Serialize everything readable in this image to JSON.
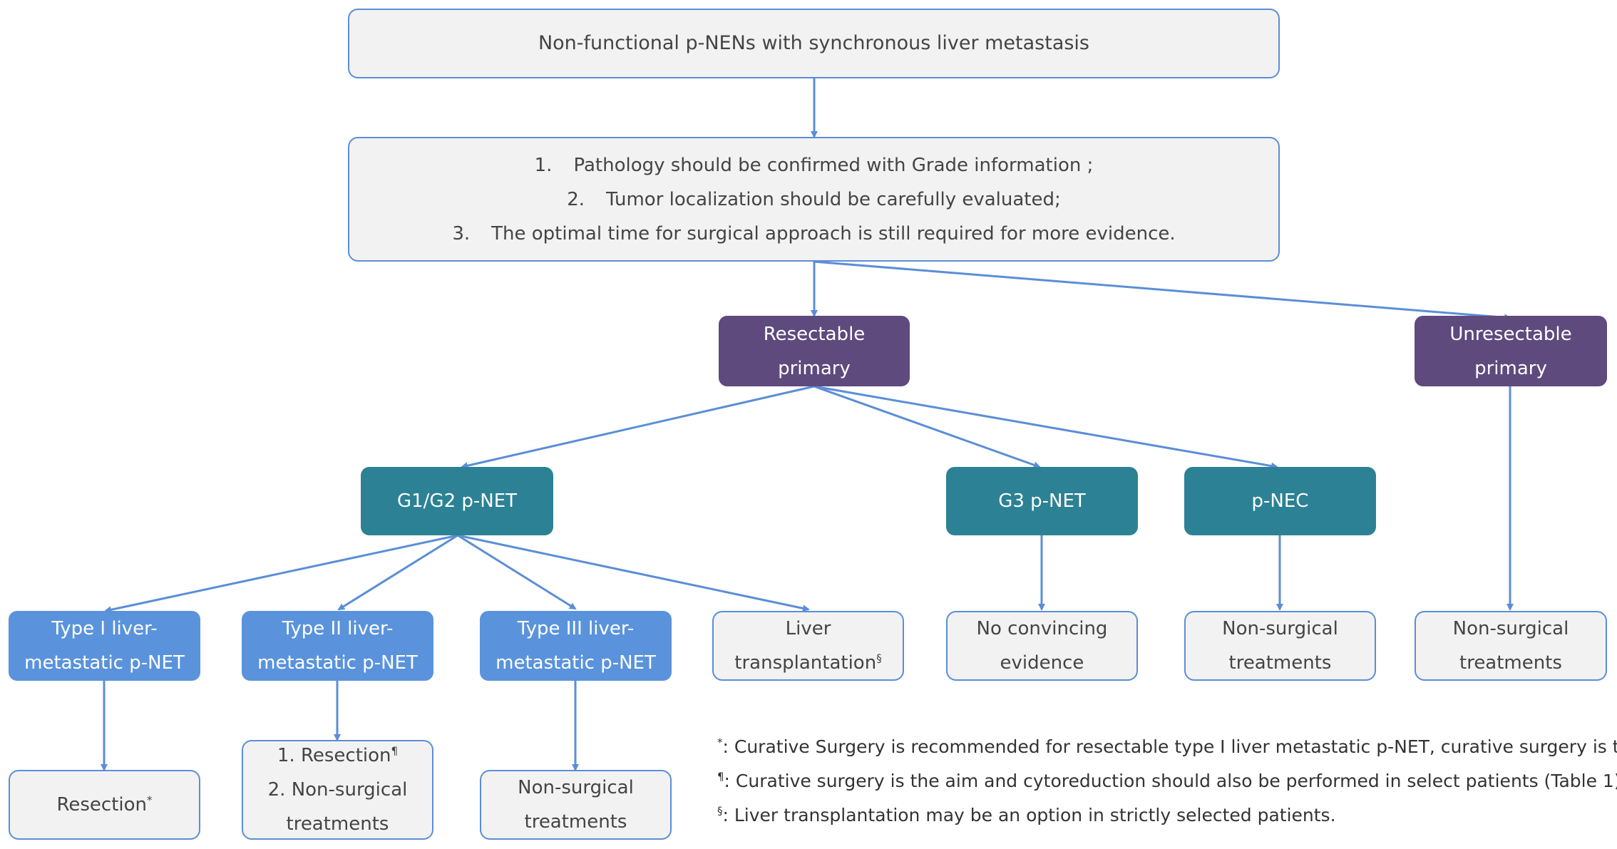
{
  "nodes": {
    "root": "Non-functional p-NENs with synchronous liver metastasis",
    "criteria": [
      {
        "num": "1.",
        "text": "Pathology should be confirmed with Grade information ;"
      },
      {
        "num": "2.",
        "text": "Tumor localization should be carefully evaluated;"
      },
      {
        "num": "3.",
        "text": "The optimal time for surgical approach is still required for more evidence."
      }
    ],
    "resectable": [
      "Resectable",
      "primary"
    ],
    "unresectable": [
      "Unresectable",
      "primary"
    ],
    "g1g2": "G1/G2 p-NET",
    "g3": "G3 p-NET",
    "pnec": "p-NEC",
    "type1": [
      "Type I liver-",
      "metastatic p-NET"
    ],
    "type2": [
      "Type II liver-",
      "metastatic p-NET"
    ],
    "type3": [
      "Type III liver-",
      "metastatic p-NET"
    ],
    "liver_tx": {
      "line1": "Liver",
      "line2": "transplantation",
      "sup": "§"
    },
    "no_evidence": [
      "No convincing",
      "evidence"
    ],
    "nonsurg_pnec": [
      "Non-surgical",
      "treatments"
    ],
    "nonsurg_unres": [
      "Non-surgical",
      "treatments"
    ],
    "resection": {
      "text": "Resection",
      "sup": "*"
    },
    "type2_out": {
      "line1": "1. Resection",
      "sup": "¶",
      "line2": "2. Non-surgical",
      "line3": "treatments"
    },
    "type3_out": [
      "Non-surgical",
      "treatments"
    ]
  },
  "footnotes": [
    {
      "mark": "*",
      "text": ": Curative Surgery is recommended for resectable type I liver metastatic p-NET, curative surgery is the aim."
    },
    {
      "mark": "¶",
      "text": ": Curative surgery is the aim and cytoreduction should also be performed in select patients (Table 1)."
    },
    {
      "mark": "§",
      "text": ": Liver transplantation may be an option in strictly selected patients."
    }
  ],
  "colors": {
    "arrow": "#5b8ed6",
    "box_border": "#5b8ed6",
    "box_fill": "#f2f2f2",
    "purple": "#5e4a7d",
    "teal": "#2c8294",
    "blue": "#5a93dc"
  }
}
